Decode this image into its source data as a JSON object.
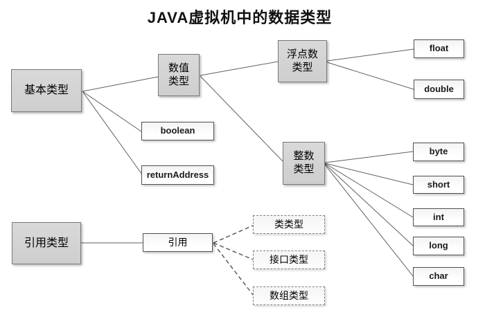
{
  "title": "JAVA虚拟机中的数据类型",
  "colors": {
    "gray_node_fill": "#d4d4d4",
    "gray_node_border": "#787878",
    "white_node_fill": "#fcfcfc",
    "white_node_border": "#4f4f4f",
    "dashed_node_border": "#7f7f7f",
    "connector_line": "#5f5f5f",
    "title_text": "#111111"
  },
  "nodes": {
    "basic_type": "基本类型",
    "numeric_type": "数值\n类型",
    "float_type": "浮点数\n类型",
    "integer_type": "整数\n类型",
    "boolean": "boolean",
    "return_address": "returnAddress",
    "float": "float",
    "double": "double",
    "byte": "byte",
    "short": "short",
    "int": "int",
    "long": "long",
    "char": "char",
    "reference_type": "引用类型",
    "reference": "引用",
    "class_type": "类类型",
    "interface_type": "接口类型",
    "array_type": "数组类型"
  }
}
